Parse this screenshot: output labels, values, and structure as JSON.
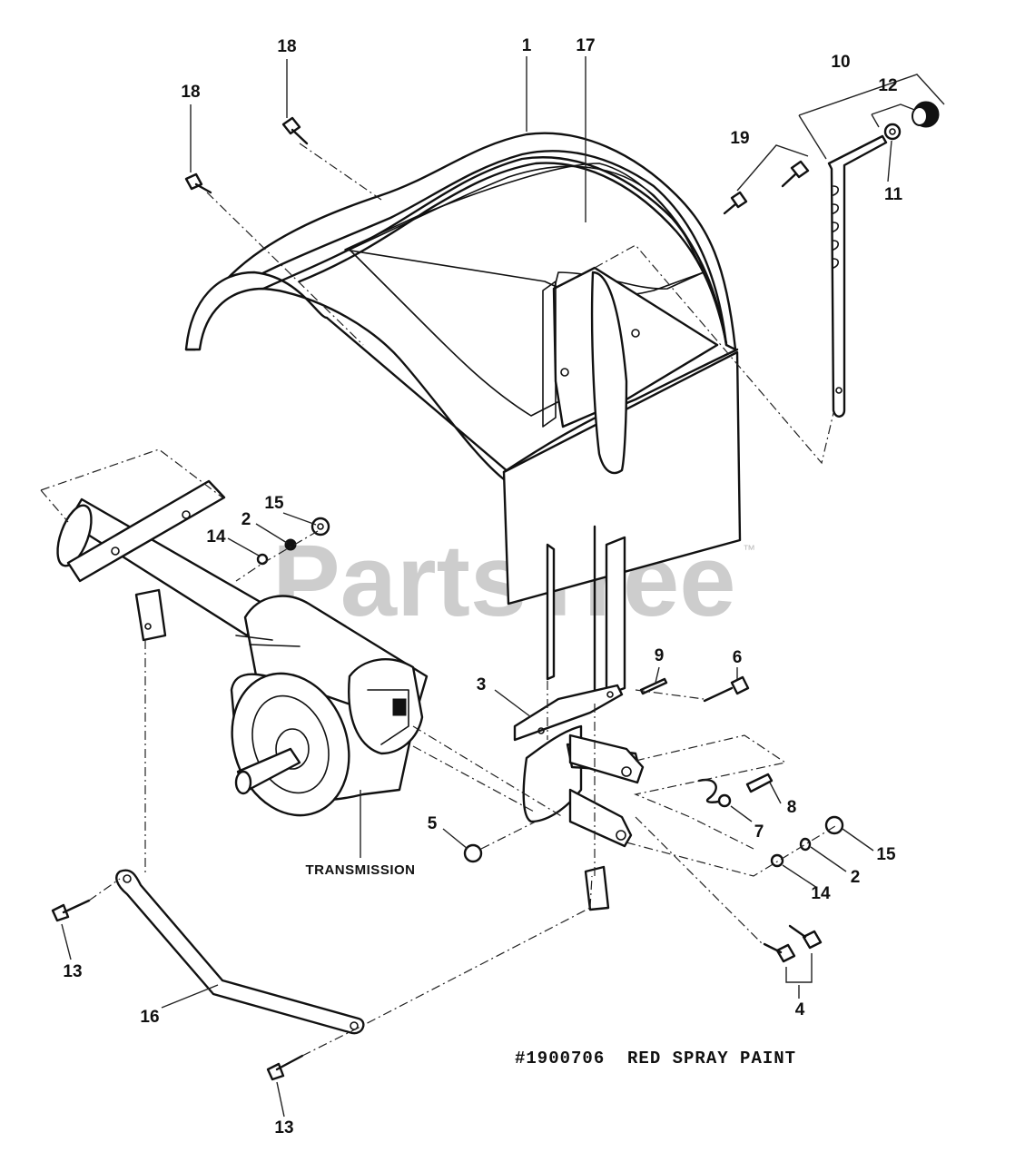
{
  "watermark": {
    "brand": "PartsTree",
    "trademark": "™"
  },
  "callouts": {
    "c1": "1",
    "c17": "17",
    "c18a": "18",
    "c18b": "18",
    "c19": "19",
    "c10": "10",
    "c12": "12",
    "c11": "11",
    "c15a": "15",
    "c2a": "2",
    "c14a": "14",
    "c3": "3",
    "c9": "9",
    "c6": "6",
    "c5": "5",
    "c8": "8",
    "c7": "7",
    "c15b": "15",
    "c2b": "2",
    "c14b": "14",
    "c13a": "13",
    "c16": "16",
    "c13b": "13",
    "c4": "4"
  },
  "labels": {
    "transmission": "TRANSMISSION"
  },
  "note": {
    "text": "#1900706  RED SPRAY PAINT"
  },
  "icons": [
    "bolt-icon",
    "nut-icon",
    "washer-icon",
    "knob-icon",
    "pin-icon",
    "hairpin-icon"
  ]
}
